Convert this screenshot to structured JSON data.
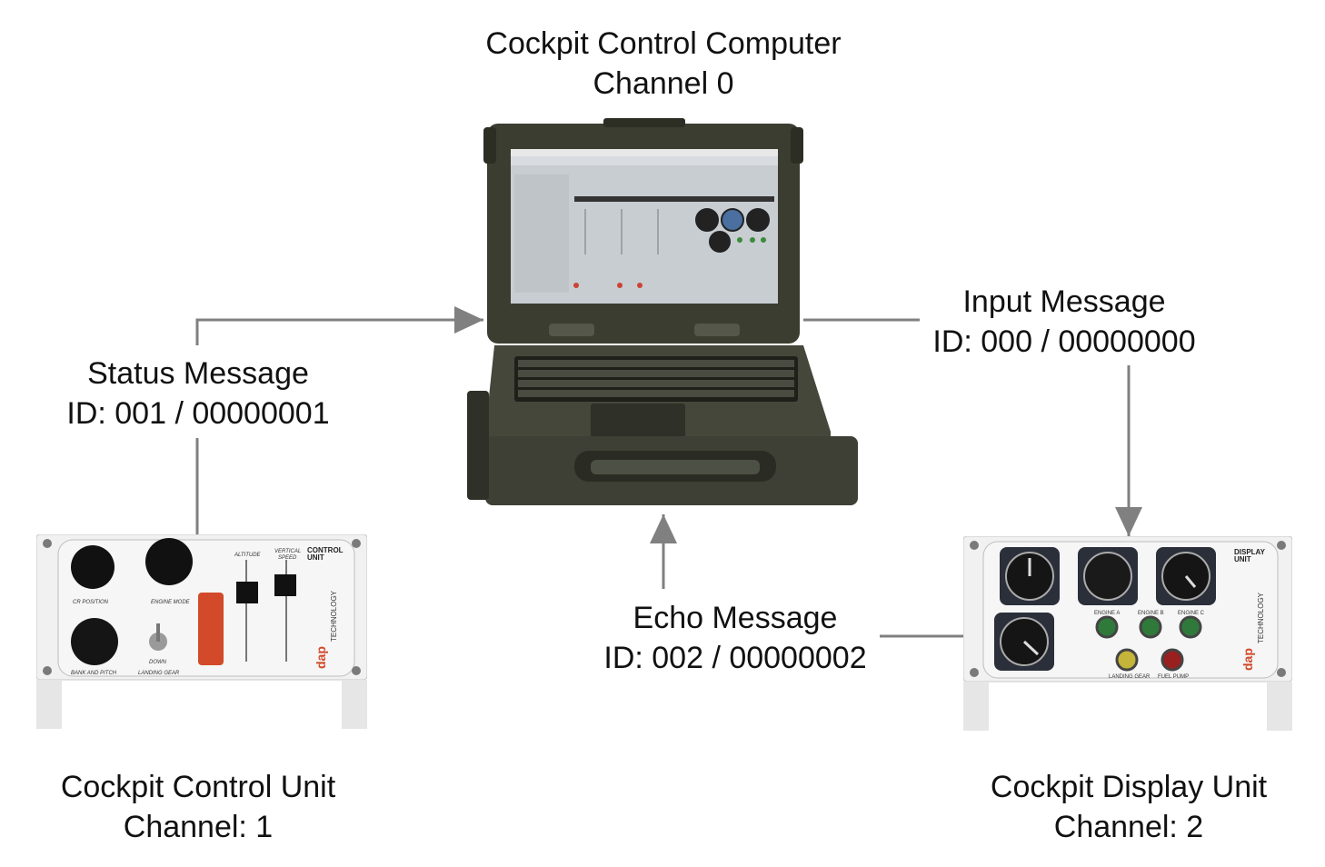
{
  "computer": {
    "title": "Cockpit Control Computer",
    "channel": "Channel 0"
  },
  "control_unit": {
    "title": "Cockpit Control Unit",
    "channel": "Channel: 1",
    "panel_title_1": "CONTROL",
    "panel_title_2": "UNIT",
    "knob1": "CR POSITION",
    "knob2": "ENGINE MODE",
    "knob3": "BANK AND PITCH",
    "toggle": "LANDING GEAR",
    "toggle_down": "DOWN",
    "slider1": "ALTITUDE",
    "slider2_a": "VERTICAL",
    "slider2_b": "SPEED",
    "brand": "dap",
    "brand_tech": "TECHNOLOGY"
  },
  "display_unit": {
    "title": "Cockpit Display Unit",
    "channel": "Channel: 2",
    "panel_title_1": "DISPLAY",
    "panel_title_2": "UNIT",
    "lamp1": "ENGINE A",
    "lamp2": "ENGINE B",
    "lamp3": "ENGINE C",
    "lamp4": "LANDING GEAR",
    "lamp5": "FUEL PUMP",
    "brand": "dap",
    "brand_tech": "TECHNOLOGY"
  },
  "messages": {
    "status": {
      "name": "Status Message",
      "id": "ID: 001 / 00000001"
    },
    "input": {
      "name": "Input Message",
      "id": "ID: 000 / 00000000"
    },
    "echo": {
      "name": "Echo Message",
      "id": "ID: 002 / 00000002"
    }
  },
  "colors": {
    "arrow": "#808080",
    "laptop": "#3b3d30",
    "screen": "#c8cdd2",
    "panel": "#f1f1f1",
    "switch_guard": "#d24a2a"
  }
}
